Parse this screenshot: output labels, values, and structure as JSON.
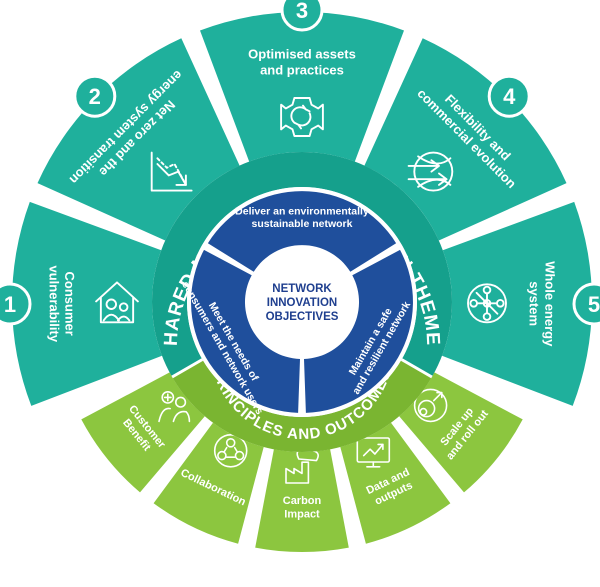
{
  "colors": {
    "teal": "#1fb09c",
    "teal_ring": "#15a08c",
    "green": "#8cc63f",
    "green_ring": "#7ab531",
    "navy": "#1f4f9c",
    "core_text": "#1f3f8f",
    "white": "#ffffff"
  },
  "themes": [
    {
      "number": "1",
      "lines": [
        "Consumer",
        "vulnerability"
      ],
      "icon": "house-people-icon"
    },
    {
      "number": "2",
      "lines": [
        "Net zero and the",
        "energy system transition"
      ],
      "icon": "chart-decline-icon"
    },
    {
      "number": "3",
      "lines": [
        "Optimised assets",
        "and practices"
      ],
      "icon": "gear-arrows-icon"
    },
    {
      "number": "4",
      "lines": [
        "Flexibility and",
        "commercial evolution"
      ],
      "icon": "flow-arrows-icon"
    },
    {
      "number": "5",
      "lines": [
        "Whole energy",
        "system"
      ],
      "icon": "network-nodes-icon"
    }
  ],
  "principles": [
    {
      "lines": [
        "Customer",
        "Benefit"
      ],
      "icon": "people-plus-icon"
    },
    {
      "lines": [
        "Collaboration"
      ],
      "icon": "collaboration-icon"
    },
    {
      "lines": [
        "Carbon",
        "Impact"
      ],
      "icon": "co2-factory-icon"
    },
    {
      "lines": [
        "Data and",
        "outputs"
      ],
      "icon": "data-screen-icon"
    },
    {
      "lines": [
        "Scale up",
        "and roll out"
      ],
      "icon": "scale-circles-icon"
    }
  ],
  "ring": {
    "themes_title": "SHARED NETWORK INNOVATION THEMES",
    "principles_title": "PRINCIPLES AND OUTCOMES"
  },
  "objectives": {
    "title_lines": [
      "NETWORK",
      "INNOVATION",
      "OBJECTIVES"
    ],
    "items": [
      {
        "lines": [
          "Deliver an environmentally",
          "sustainable network"
        ]
      },
      {
        "lines": [
          "Maintain a safe",
          "and resilient network"
        ]
      },
      {
        "lines": [
          "Meet the needs of",
          "consumers and network users"
        ]
      }
    ]
  }
}
